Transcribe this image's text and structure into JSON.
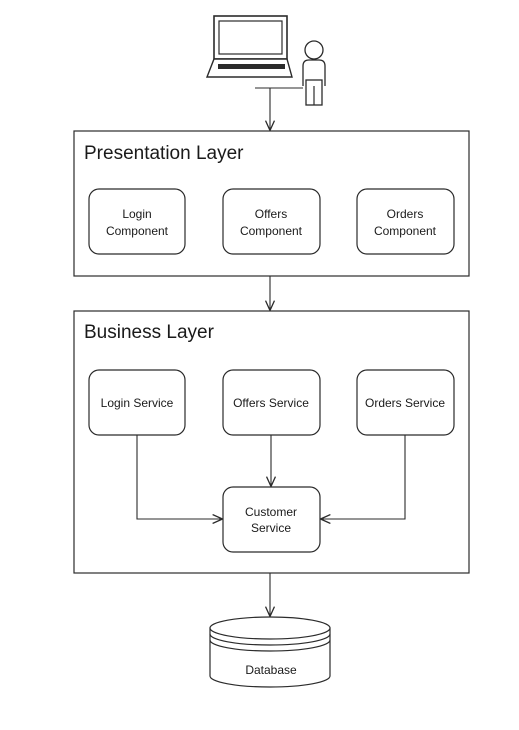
{
  "presentation_layer": {
    "title": "Presentation Layer",
    "components": [
      {
        "line1": "Login",
        "line2": "Component"
      },
      {
        "line1": "Offers",
        "line2": "Component"
      },
      {
        "line1": "Orders",
        "line2": "Component"
      }
    ]
  },
  "business_layer": {
    "title": "Business Layer",
    "services": [
      {
        "label": "Login Service"
      },
      {
        "label": "Offers Service"
      },
      {
        "label": "Orders Service"
      }
    ],
    "customer_service": {
      "line1": "Customer",
      "line2": "Service"
    }
  },
  "database": {
    "label": "Database"
  },
  "icons": [
    "laptop-icon",
    "user-icon",
    "database-icon"
  ],
  "colors": {
    "stroke": "#2b2b2b",
    "background": "#ffffff",
    "text": "#1a1a1a"
  }
}
